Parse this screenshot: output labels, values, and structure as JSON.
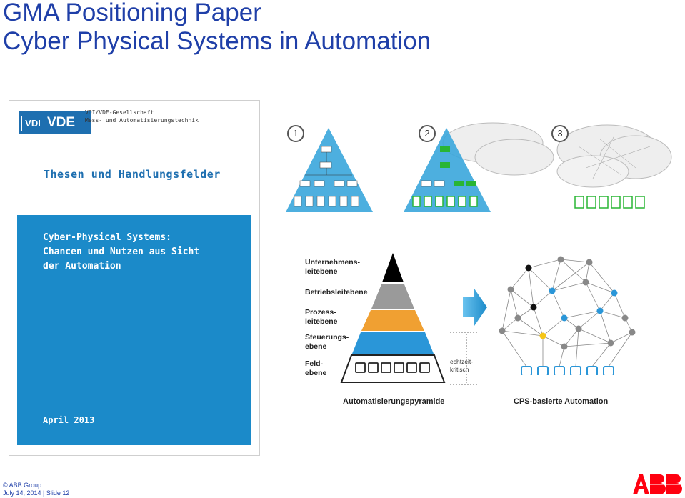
{
  "title": {
    "line1": "GMA Positioning Paper",
    "line2": "Cyber Physical Systems in Automation"
  },
  "cover": {
    "logo_vdi": "VDI",
    "logo_vde": "VDE",
    "org_line1": "VDI/VDE-Gesellschaft",
    "org_line2": "Mess- und Automatisierungstechnik",
    "heading": "Thesen und Handlungsfelder",
    "sub_line1": "Cyber-Physical Systems:",
    "sub_line2": "Chancen und Nutzen aus Sicht",
    "sub_line3": "der Automation",
    "date": "April 2013"
  },
  "top_diagrams": {
    "numbers": [
      "1",
      "2",
      "3"
    ],
    "colors": {
      "pyramid": "#3aa6db",
      "cloud": "#e6e6e6",
      "highlight": "#29b534"
    }
  },
  "pyramid": {
    "levels": [
      {
        "label_line1": "Unternehmens-",
        "label_line2": "leitebene",
        "color": "#000000"
      },
      {
        "label_line1": "Betriebsleitebene",
        "label_line2": "",
        "color": "#9a9a9a"
      },
      {
        "label_line1": "Prozess-",
        "label_line2": "leitebene",
        "color": "#f0a032"
      },
      {
        "label_line1": "Steuerungs-",
        "label_line2": "ebene",
        "color": "#2a96d8"
      },
      {
        "label_line1": "Feld-",
        "label_line2": "ebene",
        "color": "#ffffff"
      }
    ],
    "realtime_line1": "echtzeit-",
    "realtime_line2": "kritisch",
    "caption": "Automatisierungspyramide"
  },
  "cps": {
    "caption": "CPS-basierte Automation",
    "node_colors": {
      "black": "#111111",
      "blue": "#2a96d8",
      "yellow": "#f5c518",
      "gray": "#888888"
    }
  },
  "footer": {
    "line1": "© ABB Group",
    "line2": "July 14, 2014 | Slide 12"
  },
  "brand": {
    "logo_text": "ABB",
    "color": "#ff000f"
  }
}
